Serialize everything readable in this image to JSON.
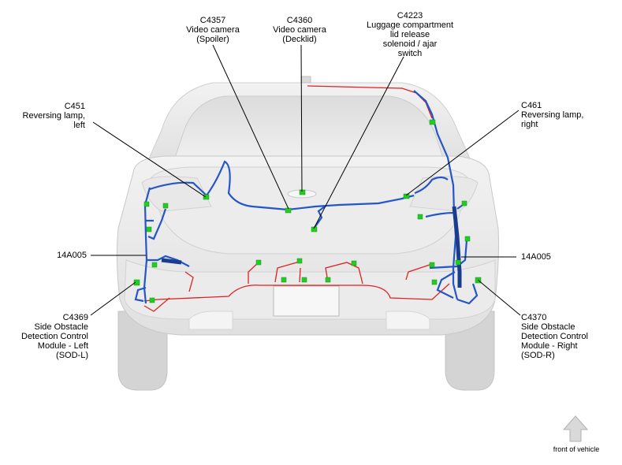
{
  "labels": {
    "c4357": {
      "id": "C4357",
      "lines": [
        "Video camera",
        "(Spoiler)"
      ]
    },
    "c4360": {
      "id": "C4360",
      "lines": [
        "Video camera",
        "(Decklid)"
      ]
    },
    "c4223": {
      "id": "C4223",
      "lines": [
        "Luggage compartment",
        "lid release",
        "solenoid / ajar",
        "switch"
      ]
    },
    "c451": {
      "id": "C451",
      "lines": [
        "Reversing lamp,",
        "left"
      ]
    },
    "c461": {
      "id": "C461",
      "lines": [
        "Reversing lamp,",
        "right"
      ]
    },
    "harness_left": {
      "id": "14A005"
    },
    "harness_right": {
      "id": "14A005"
    },
    "c4369": {
      "id": "C4369",
      "lines": [
        "Side Obstacle",
        "Detection Control",
        "Module - Left",
        "(SOD-L)"
      ]
    },
    "c4370": {
      "id": "C4370",
      "lines": [
        "Side Obstacle",
        "Detection Control",
        "Module - Right",
        "(SOD-R)"
      ]
    }
  },
  "direction": {
    "text": "front of vehicle",
    "icon": "up-arrow-icon"
  },
  "colors": {
    "harness_blue": "#2456c8",
    "harness_red": "#e02020",
    "connector_green": "#22cc22",
    "car_body": "#e4e4e4",
    "car_outline": "#c8c8c8"
  }
}
